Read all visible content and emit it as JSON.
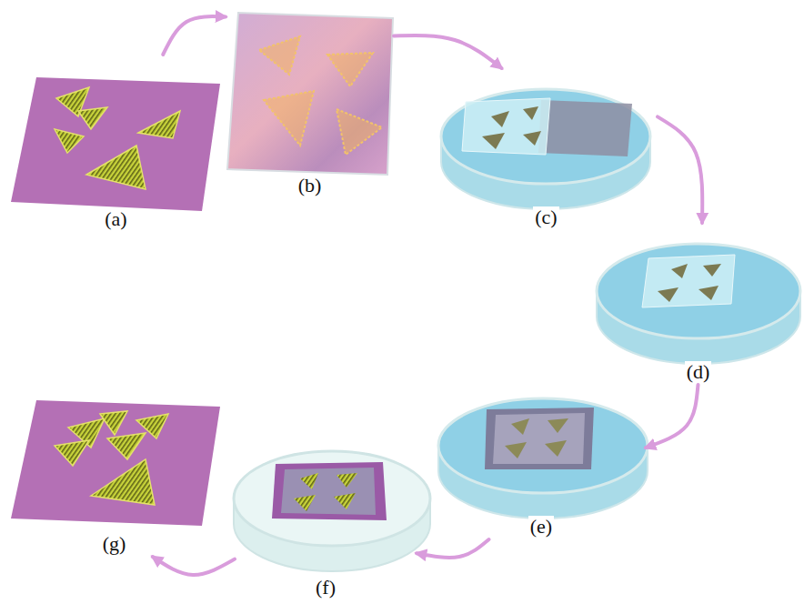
{
  "diagram": {
    "nodes": [
      {
        "text": [
          "(a)"
        ]
      },
      {
        "text": [
          "(b)"
        ]
      },
      {
        "text": [
          "(c)"
        ]
      },
      {
        "text": [
          "(d)"
        ]
      },
      {
        "text": [
          "(e)"
        ]
      },
      {
        "text": [
          "(f)"
        ]
      },
      {
        "text": [
          "(g)"
        ]
      }
    ],
    "edges": [
      {
        "from": 0,
        "to": 1,
        "arrow": "to"
      },
      {
        "from": 1,
        "to": 2,
        "arrow": "to"
      },
      {
        "from": 2,
        "to": 3,
        "arrow": "to"
      },
      {
        "from": 3,
        "to": 4,
        "arrow": "to"
      },
      {
        "from": 4,
        "to": 5,
        "arrow": "to"
      },
      {
        "from": 5,
        "to": 6,
        "arrow": "to"
      }
    ]
  }
}
